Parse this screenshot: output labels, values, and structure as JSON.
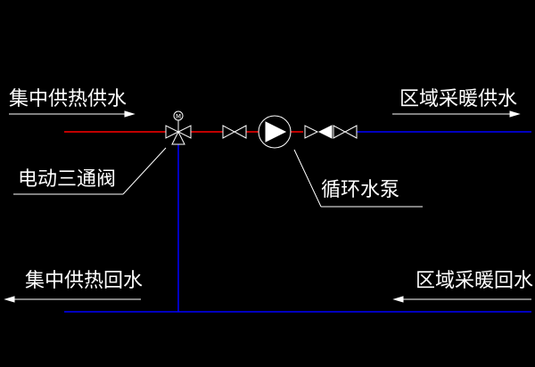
{
  "labels": {
    "central_supply": "集中供热供水",
    "regional_supply": "区域采暖供水",
    "electric_three_way_valve": "电动三通阀",
    "circulating_pump": "循环水泵",
    "central_return": "集中供热回水",
    "regional_return": "区域采暖回水",
    "actuator_mark": "M"
  },
  "colors": {
    "background": "#000000",
    "supply_line": "#ff0000",
    "return_line": "#0000ff",
    "annotation": "#ffffff"
  },
  "icons": {
    "three_way_valve": "three-way-valve-icon",
    "gate_valve": "gate-valve-icon",
    "pump": "circulating-pump-icon",
    "check_valve": "check-valve-icon",
    "arrow_right": "arrow-right-icon",
    "arrow_left": "arrow-left-icon"
  }
}
